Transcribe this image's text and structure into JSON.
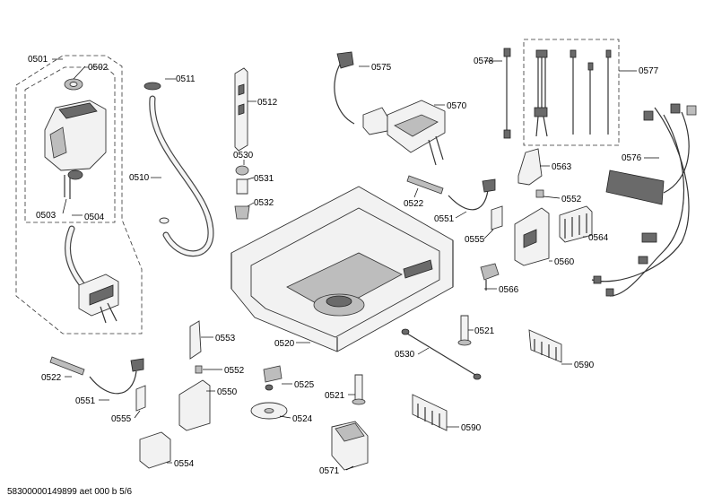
{
  "colors": {
    "line": "#333333",
    "shade": "#6a6a6a",
    "background": "#ffffff"
  },
  "labels": {
    "p0501": "0501",
    "p0502": "0502",
    "p0503": "0503",
    "p0504": "0504",
    "p0511": "0511",
    "p0510": "0510",
    "p0512": "0512",
    "p0530a": "0530",
    "p0531": "0531",
    "p0532": "0532",
    "p0575": "0575",
    "p0570": "0570",
    "p0578": "0578",
    "p0577": "0577",
    "p0576": "0576",
    "p0563": "0563",
    "p0552a": "0552",
    "p0564": "0564",
    "p0560": "0560",
    "p0522a": "0522",
    "p0551a": "0551",
    "p0555a": "0555",
    "p0566": "0566",
    "p0520": "0520",
    "p0521a": "0521",
    "p0530b": "0530",
    "p0590a": "0590",
    "p0553": "0553",
    "p0552b": "0552",
    "p0550": "0550",
    "p0554": "0554",
    "p0522b": "0522",
    "p0551b": "0551",
    "p0555b": "0555",
    "p0525": "0525",
    "p0524": "0524",
    "p0521b": "0521",
    "p0590b": "0590",
    "p0571": "0571"
  },
  "footer": {
    "code": "58300000149899 aet 000 b 5/6"
  }
}
